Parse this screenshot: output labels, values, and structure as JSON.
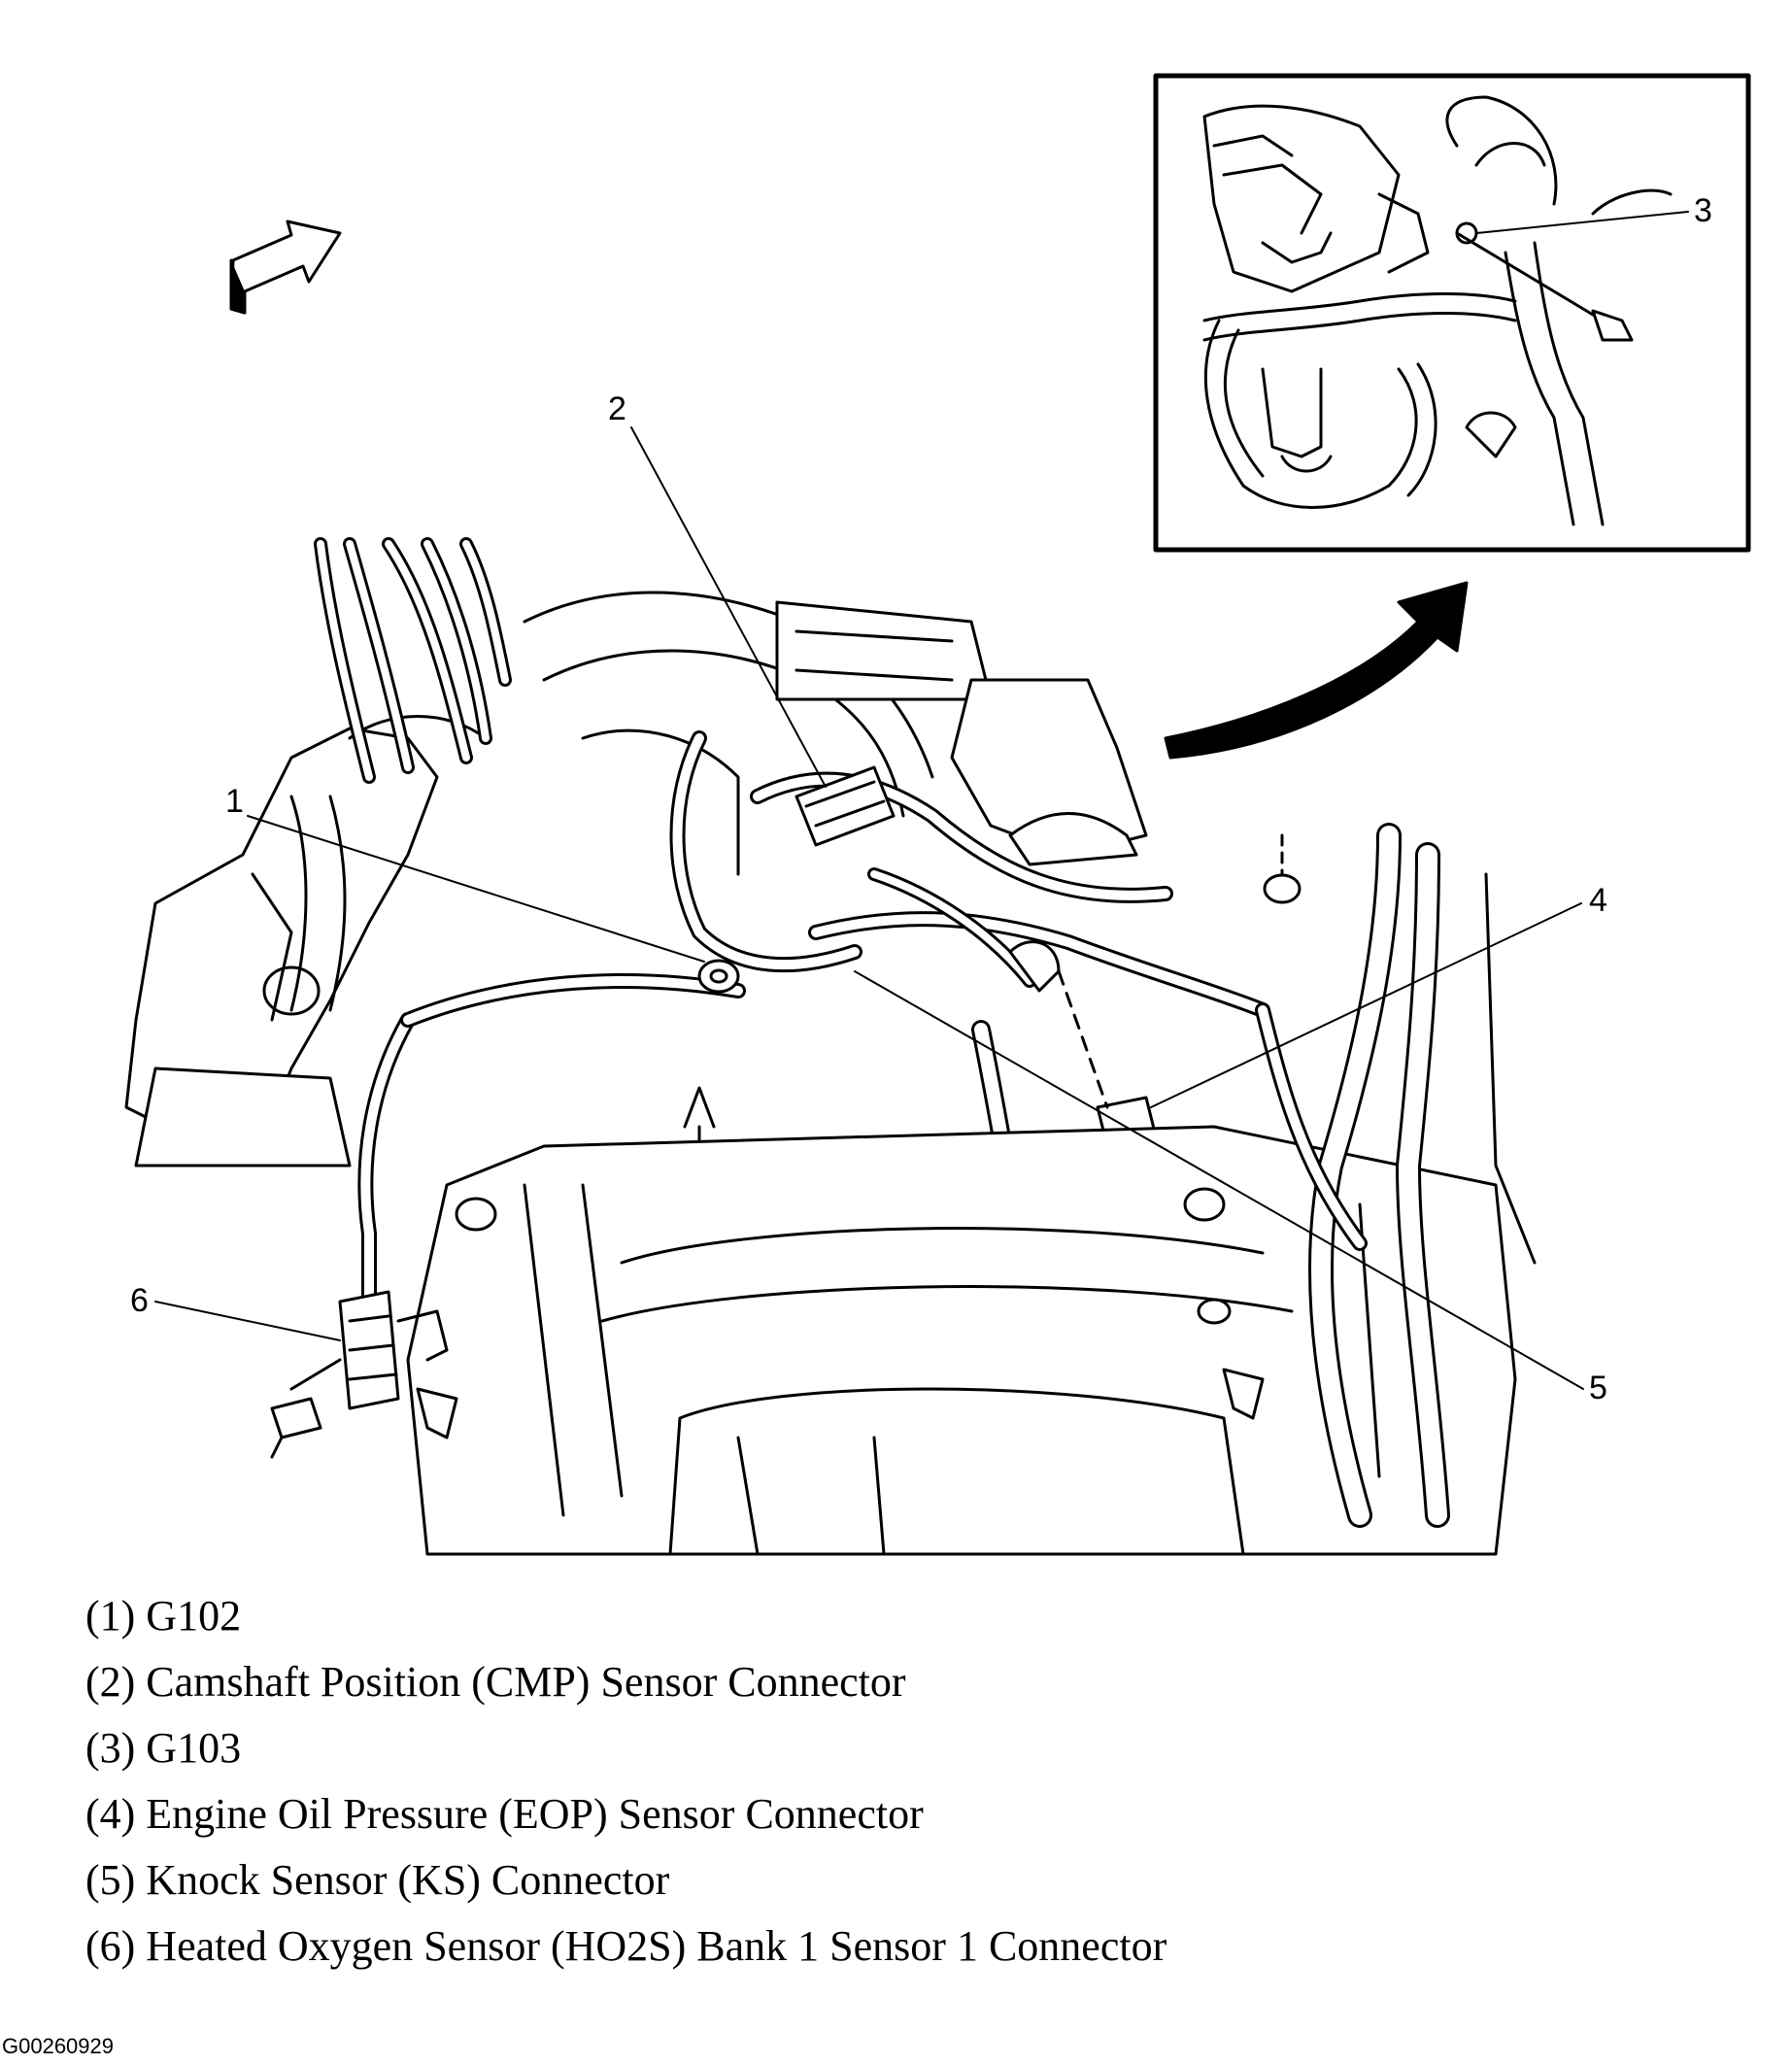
{
  "callouts": [
    "1",
    "2",
    "3",
    "4",
    "5",
    "6"
  ],
  "legend": [
    "(1) G102",
    "(2) Camshaft Position (CMP) Sensor Connector",
    "(3) G103",
    "(4) Engine Oil Pressure (EOP) Sensor Connector",
    "(5) Knock Sensor (KS) Connector",
    "(6) Heated Oxygen Sensor (HO2S) Bank 1 Sensor 1 Connector"
  ],
  "figure_id": "G00260929"
}
